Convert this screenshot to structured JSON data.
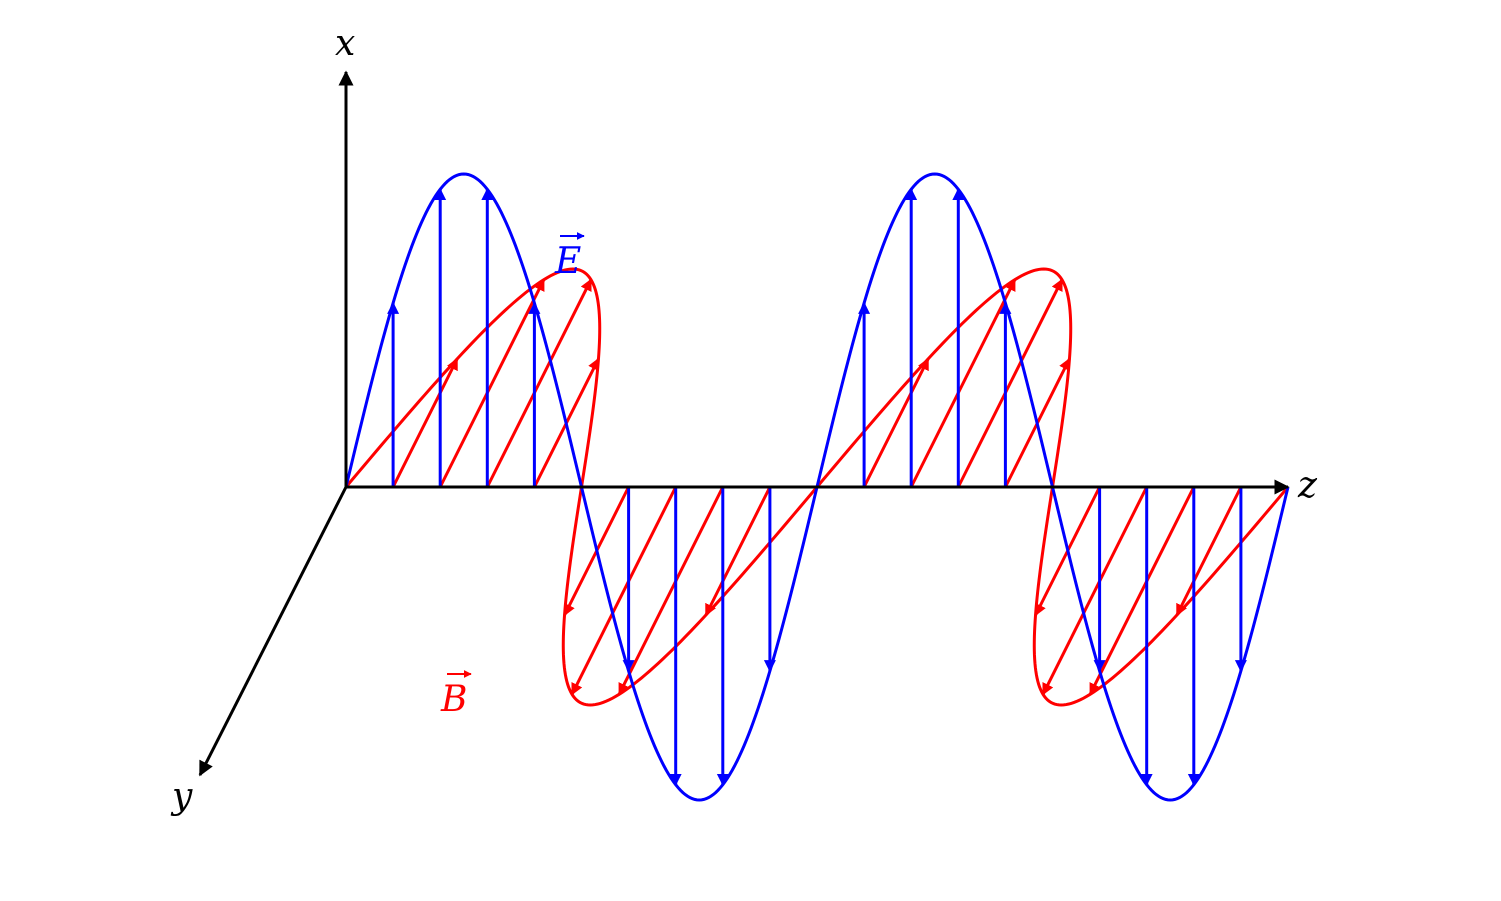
{
  "axes": {
    "x_label": "x",
    "y_label": "y",
    "z_label": "z"
  },
  "fields": {
    "electric": {
      "label": "E",
      "color": "#0000ff"
    },
    "magnetic": {
      "label": "B",
      "color": "#ff0000"
    }
  },
  "axis_color": "#000000",
  "wave": {
    "wavelengths": 2,
    "arrows_per_half_wave": 5
  }
}
